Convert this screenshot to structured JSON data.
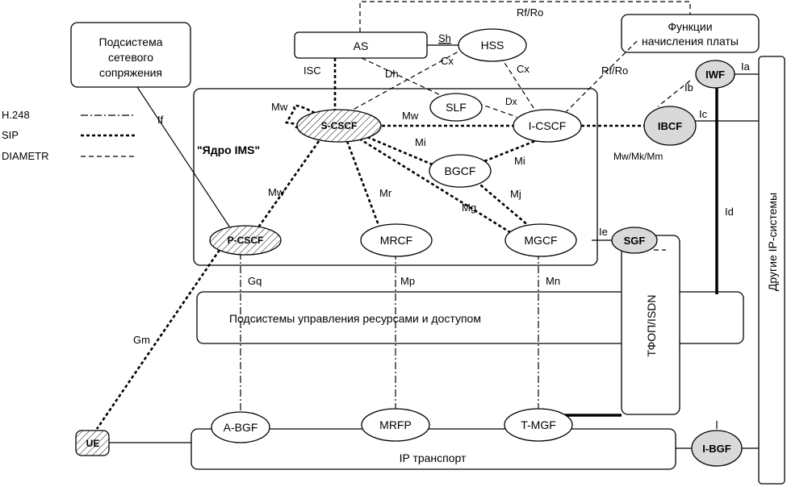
{
  "legend": {
    "h248": "H.248",
    "sip": "SIP",
    "diameter": "DIAMETR"
  },
  "core_title": "\"Ядро IMS\"",
  "boxes": {
    "interwork_subsystem": [
      "Подсистема",
      "сетевого",
      "сопряжения"
    ],
    "as": "AS",
    "charging": [
      "Функции",
      "начисления платы"
    ],
    "resource_control": "Подсистемы управления ресурсами и доступом",
    "pstn": "ТФОП/ISDN",
    "ip_transport": "IP транспорт",
    "other_ip": "Другие IP-системы"
  },
  "nodes": {
    "hss": "HSS",
    "slf": "SLF",
    "s_cscf": "S-CSCF",
    "i_cscf": "I-CSCF",
    "bgcf": "BGCF",
    "p_cscf": "P-CSCF",
    "mrcf": "MRCF",
    "mgcf": "MGCF",
    "ibcf": "IBCF",
    "iwf": "IWF",
    "sgf": "SGF",
    "a_bgf": "A-BGF",
    "mrfp": "MRFP",
    "t_mgf": "T-MGF",
    "ue": "UE",
    "i_bgf": "I-BGF"
  },
  "interfaces": {
    "rf_ro_top": "Rf/Ro",
    "rf_ro_right": "Rf/Ro",
    "sh": "Sh",
    "isc": "ISC",
    "cx_1": "Cx",
    "cx_2": "Cx",
    "dh": "Dh",
    "dx": "Dx",
    "mw_loop": "Mw",
    "mw_si": "Mw",
    "mw_sp": "Mw",
    "mi_1": "Mi",
    "mi_2": "Mi",
    "mr": "Mr",
    "mg": "Mg",
    "mj": "Mj",
    "if": "If",
    "gq": "Gq",
    "mp": "Mp",
    "mn": "Mn",
    "gm": "Gm",
    "ie": "Ie",
    "id": "Id",
    "ia": "Ia",
    "ib": "Ib",
    "ic": "Ic",
    "mw_mk_mm": "Mw/Mk/Mm"
  }
}
